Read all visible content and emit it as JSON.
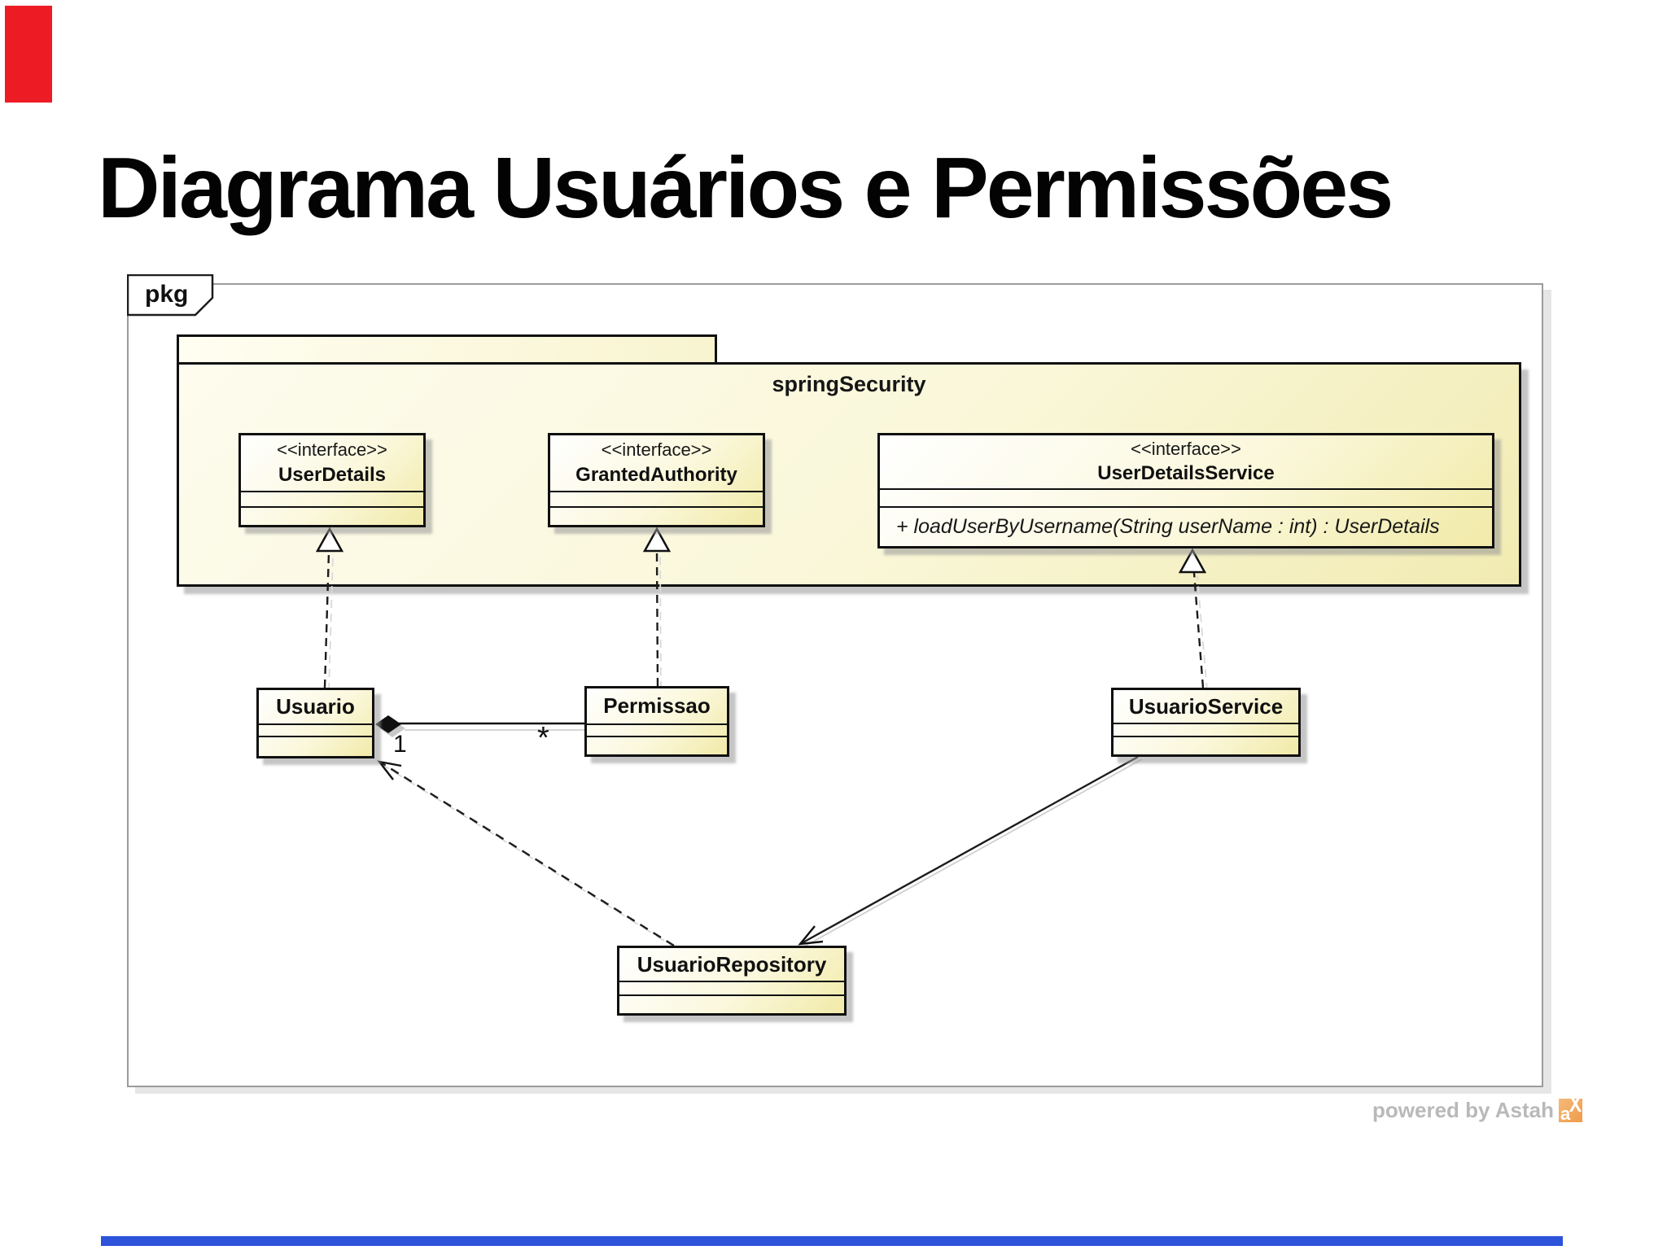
{
  "slide": {
    "title": "Diagrama Usuários e Permissões"
  },
  "frame": {
    "kind_label": "pkg"
  },
  "package": {
    "name": "springSecurity"
  },
  "nodes": {
    "user_details": {
      "stereotype": "<<interface>>",
      "name": "UserDetails"
    },
    "granted_authority": {
      "stereotype": "<<interface>>",
      "name": "GrantedAuthority"
    },
    "user_details_service": {
      "stereotype": "<<interface>>",
      "name": "UserDetailsService",
      "operation": "+ loadUserByUsername(String userName : int) : UserDetails"
    },
    "usuario": {
      "name": "Usuario"
    },
    "permissao": {
      "name": "Permissao"
    },
    "usuario_service": {
      "name": "UsuarioService"
    },
    "usuario_repository": {
      "name": "UsuarioRepository"
    }
  },
  "relationships": {
    "usuario_permissao": {
      "type": "composition",
      "from": "Usuario",
      "to": "Permissao",
      "from_multiplicity": "1",
      "to_multiplicity": "*"
    },
    "realizations": [
      {
        "from": "Usuario",
        "to": "UserDetails"
      },
      {
        "from": "Permissao",
        "to": "GrantedAuthority"
      },
      {
        "from": "UsuarioService",
        "to": "UserDetailsService"
      }
    ],
    "dependency": {
      "from": "UsuarioRepository",
      "to": "Usuario"
    },
    "association": {
      "from": "UsuarioService",
      "to": "UsuarioRepository"
    }
  },
  "watermark": {
    "text": "powered by Astah"
  },
  "colors": {
    "accent_red": "#ed1c24",
    "accent_blue": "#2d53db",
    "box_border": "#101010",
    "box_fill_light": "#ffffff",
    "box_fill_dark": "#f1eaa8",
    "package_fill": "#faf7d9",
    "shadow_gray": "#969696",
    "frame_border": "#9b9b9b",
    "watermark_gray": "#b9b9b9",
    "astah_orange": "#ef9c49"
  }
}
